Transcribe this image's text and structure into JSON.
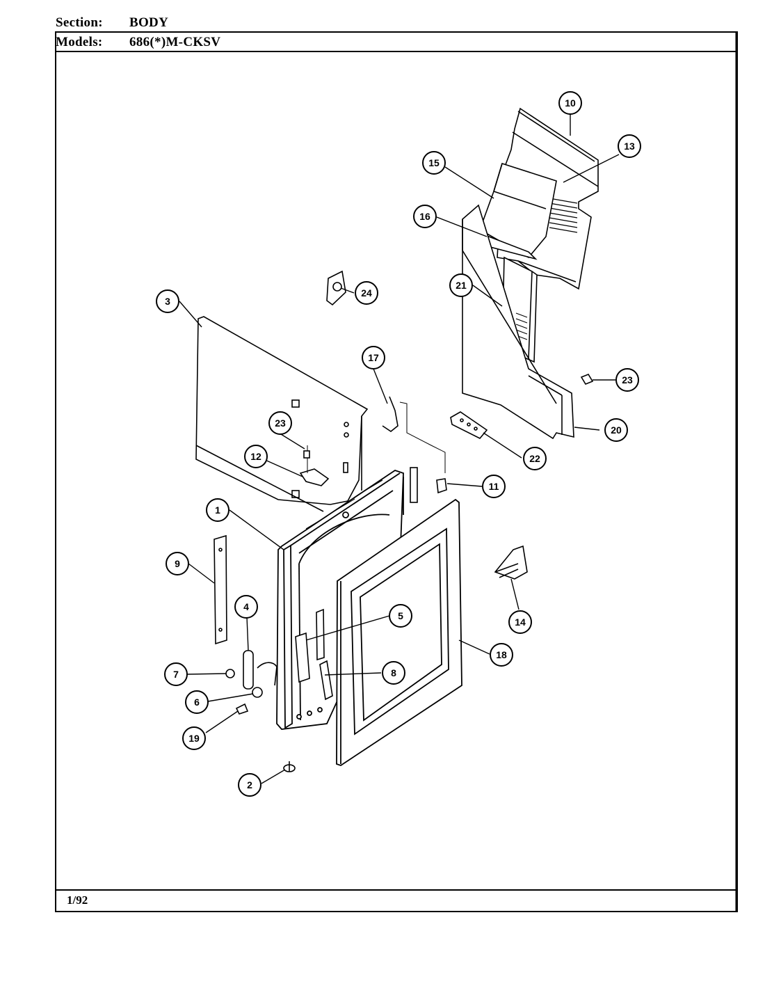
{
  "header": {
    "section_label": "Section:",
    "section_value": "BODY",
    "models_label": "Models:",
    "models_value": "686(*)M-CKSV"
  },
  "footer": {
    "date": "1/92"
  },
  "callouts": [
    {
      "id": "c10",
      "label": "10"
    },
    {
      "id": "c13",
      "label": "13"
    },
    {
      "id": "c15",
      "label": "15"
    },
    {
      "id": "c16",
      "label": "16"
    },
    {
      "id": "c24",
      "label": "24"
    },
    {
      "id": "c21",
      "label": "21"
    },
    {
      "id": "c3",
      "label": "3"
    },
    {
      "id": "c17",
      "label": "17"
    },
    {
      "id": "c23a",
      "label": "23"
    },
    {
      "id": "c23b",
      "label": "23"
    },
    {
      "id": "c12",
      "label": "12"
    },
    {
      "id": "c20",
      "label": "20"
    },
    {
      "id": "c22",
      "label": "22"
    },
    {
      "id": "c11",
      "label": "11"
    },
    {
      "id": "c1",
      "label": "1"
    },
    {
      "id": "c9",
      "label": "9"
    },
    {
      "id": "c4",
      "label": "4"
    },
    {
      "id": "c5",
      "label": "5"
    },
    {
      "id": "c14",
      "label": "14"
    },
    {
      "id": "c18",
      "label": "18"
    },
    {
      "id": "c7",
      "label": "7"
    },
    {
      "id": "c8",
      "label": "8"
    },
    {
      "id": "c6",
      "label": "6"
    },
    {
      "id": "c19",
      "label": "19"
    },
    {
      "id": "c2",
      "label": "2"
    }
  ]
}
